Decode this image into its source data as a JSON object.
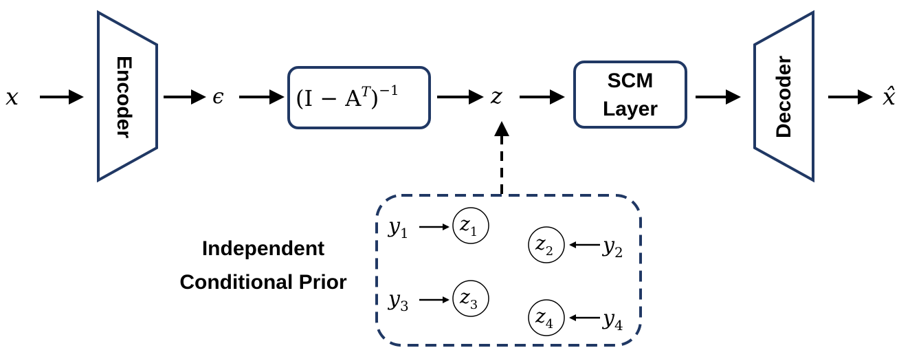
{
  "colors": {
    "navy": "#203864",
    "black": "#000000"
  },
  "symbols": {
    "input": "x",
    "epsilon": "ϵ",
    "transform_main": "(I − A",
    "transform_sup": "T",
    "transform_close": ")",
    "transform_exp": "−1",
    "latent": "z",
    "output": "x̂"
  },
  "blocks": {
    "encoder": "Encoder",
    "decoder": "Decoder",
    "scm_line1": "SCM",
    "scm_line2": "Layer"
  },
  "prior": {
    "title_line1": "Independent",
    "title_line2": "Conditional Prior",
    "pairs": [
      {
        "y": "y",
        "y_sub": "1",
        "z": "z",
        "z_sub": "1"
      },
      {
        "y": "y",
        "y_sub": "2",
        "z": "z",
        "z_sub": "2"
      },
      {
        "y": "y",
        "y_sub": "3",
        "z": "z",
        "z_sub": "3"
      },
      {
        "y": "y",
        "y_sub": "4",
        "z": "z",
        "z_sub": "4"
      }
    ]
  }
}
